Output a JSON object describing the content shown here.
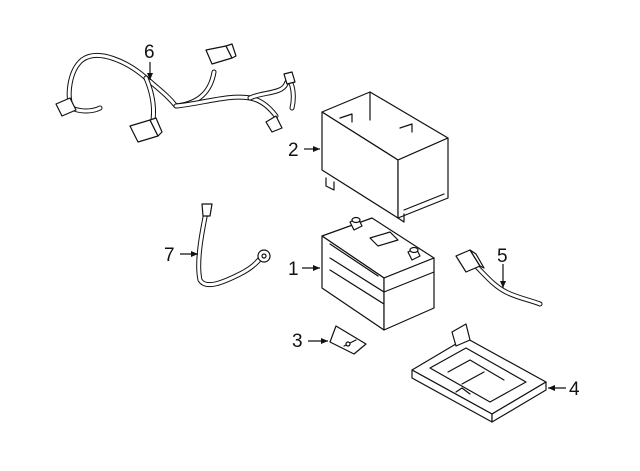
{
  "diagram": {
    "callouts": [
      {
        "id": "battery",
        "label": "1"
      },
      {
        "id": "battery-box",
        "label": "2"
      },
      {
        "id": "hold-down-clamp",
        "label": "3"
      },
      {
        "id": "battery-tray",
        "label": "4"
      },
      {
        "id": "sensor-cable",
        "label": "5"
      },
      {
        "id": "wiring-harness",
        "label": "6"
      },
      {
        "id": "ground-cable",
        "label": "7"
      }
    ]
  }
}
